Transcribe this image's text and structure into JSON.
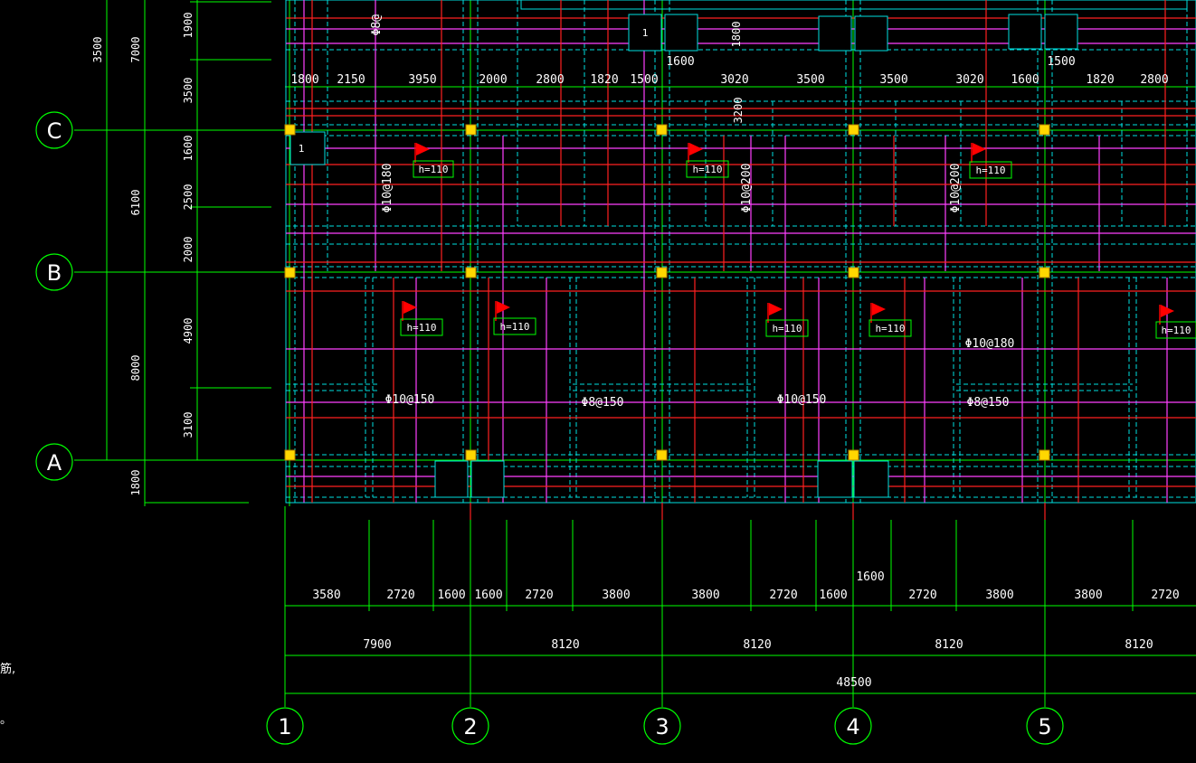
{
  "drawing": {
    "row_axes": [
      "C",
      "B",
      "A"
    ],
    "col_axes": [
      "1",
      "2",
      "3",
      "4",
      "5"
    ],
    "left_dims_outer": [
      "3500",
      "7000",
      "6100",
      "8000",
      "1800"
    ],
    "left_dims_inner": [
      "1900",
      "3500",
      "1600",
      "2500",
      "2000",
      "4900",
      "3100"
    ],
    "top_dims": [
      "1800",
      "2150",
      "3950",
      "2000",
      "2800",
      "1820",
      "1500",
      "3020",
      "3500",
      "3500",
      "3020",
      "1600",
      "1820",
      "2800"
    ],
    "top_extra": [
      "1600",
      "1800",
      "1500",
      "3200"
    ],
    "bottom_dims_row1": [
      "3580",
      "2720",
      "1600",
      "1600",
      "2720",
      "3800",
      "3800",
      "2720",
      "1600",
      "2720",
      "3800",
      "3800",
      "2720"
    ],
    "bottom_extra": "1600",
    "bottom_dims_row2": [
      "7900",
      "8120",
      "8120",
      "8120",
      "8120"
    ],
    "bottom_total": "48500",
    "slab_thickness": "h=110",
    "rebar_notes": [
      "Φ10@180",
      "Φ10@200",
      "Φ10@200",
      "Φ10@150",
      "Φ8@150",
      "Φ10@150",
      "Φ10@180",
      "Φ8@150"
    ],
    "rebar_top": "Φ8@",
    "tag_labels": [
      "1",
      "1"
    ],
    "side_notes": [
      "筋,",
      "。"
    ],
    "colors": {
      "grid": "#00ff00",
      "beam": "#00ffff",
      "rebar_red": "#ff2020",
      "rebar_magenta": "#ff40ff",
      "column": "#ffd700",
      "flag": "#ff0000",
      "text": "#ffffff"
    }
  }
}
